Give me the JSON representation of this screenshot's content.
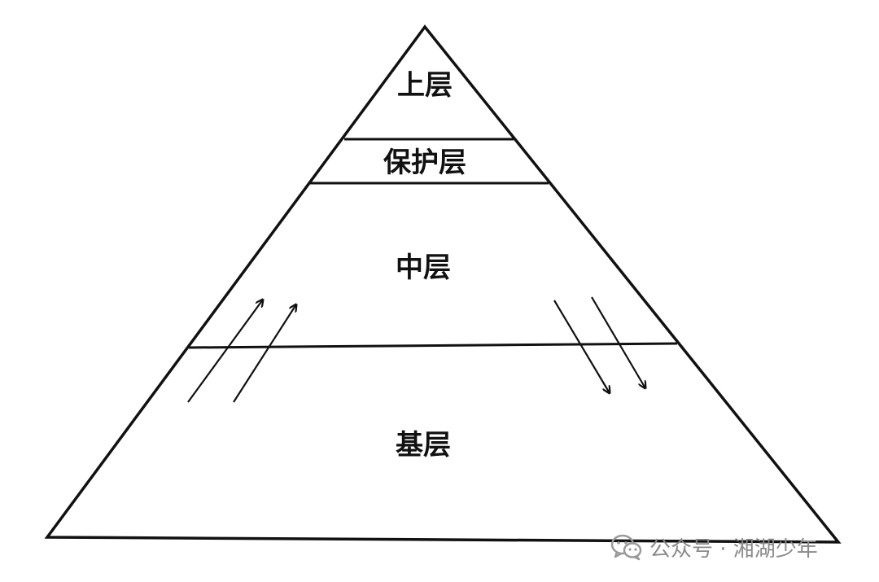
{
  "diagram": {
    "layers": {
      "top": "上层",
      "protective": "保护层",
      "middle": "中层",
      "base": "基层"
    }
  },
  "watermark": {
    "text": "公众号 · 湘湖少年",
    "icon": "wechat-icon"
  },
  "colors": {
    "stroke": "#111111",
    "watermark": "#8a8a8a",
    "background": "#ffffff"
  }
}
